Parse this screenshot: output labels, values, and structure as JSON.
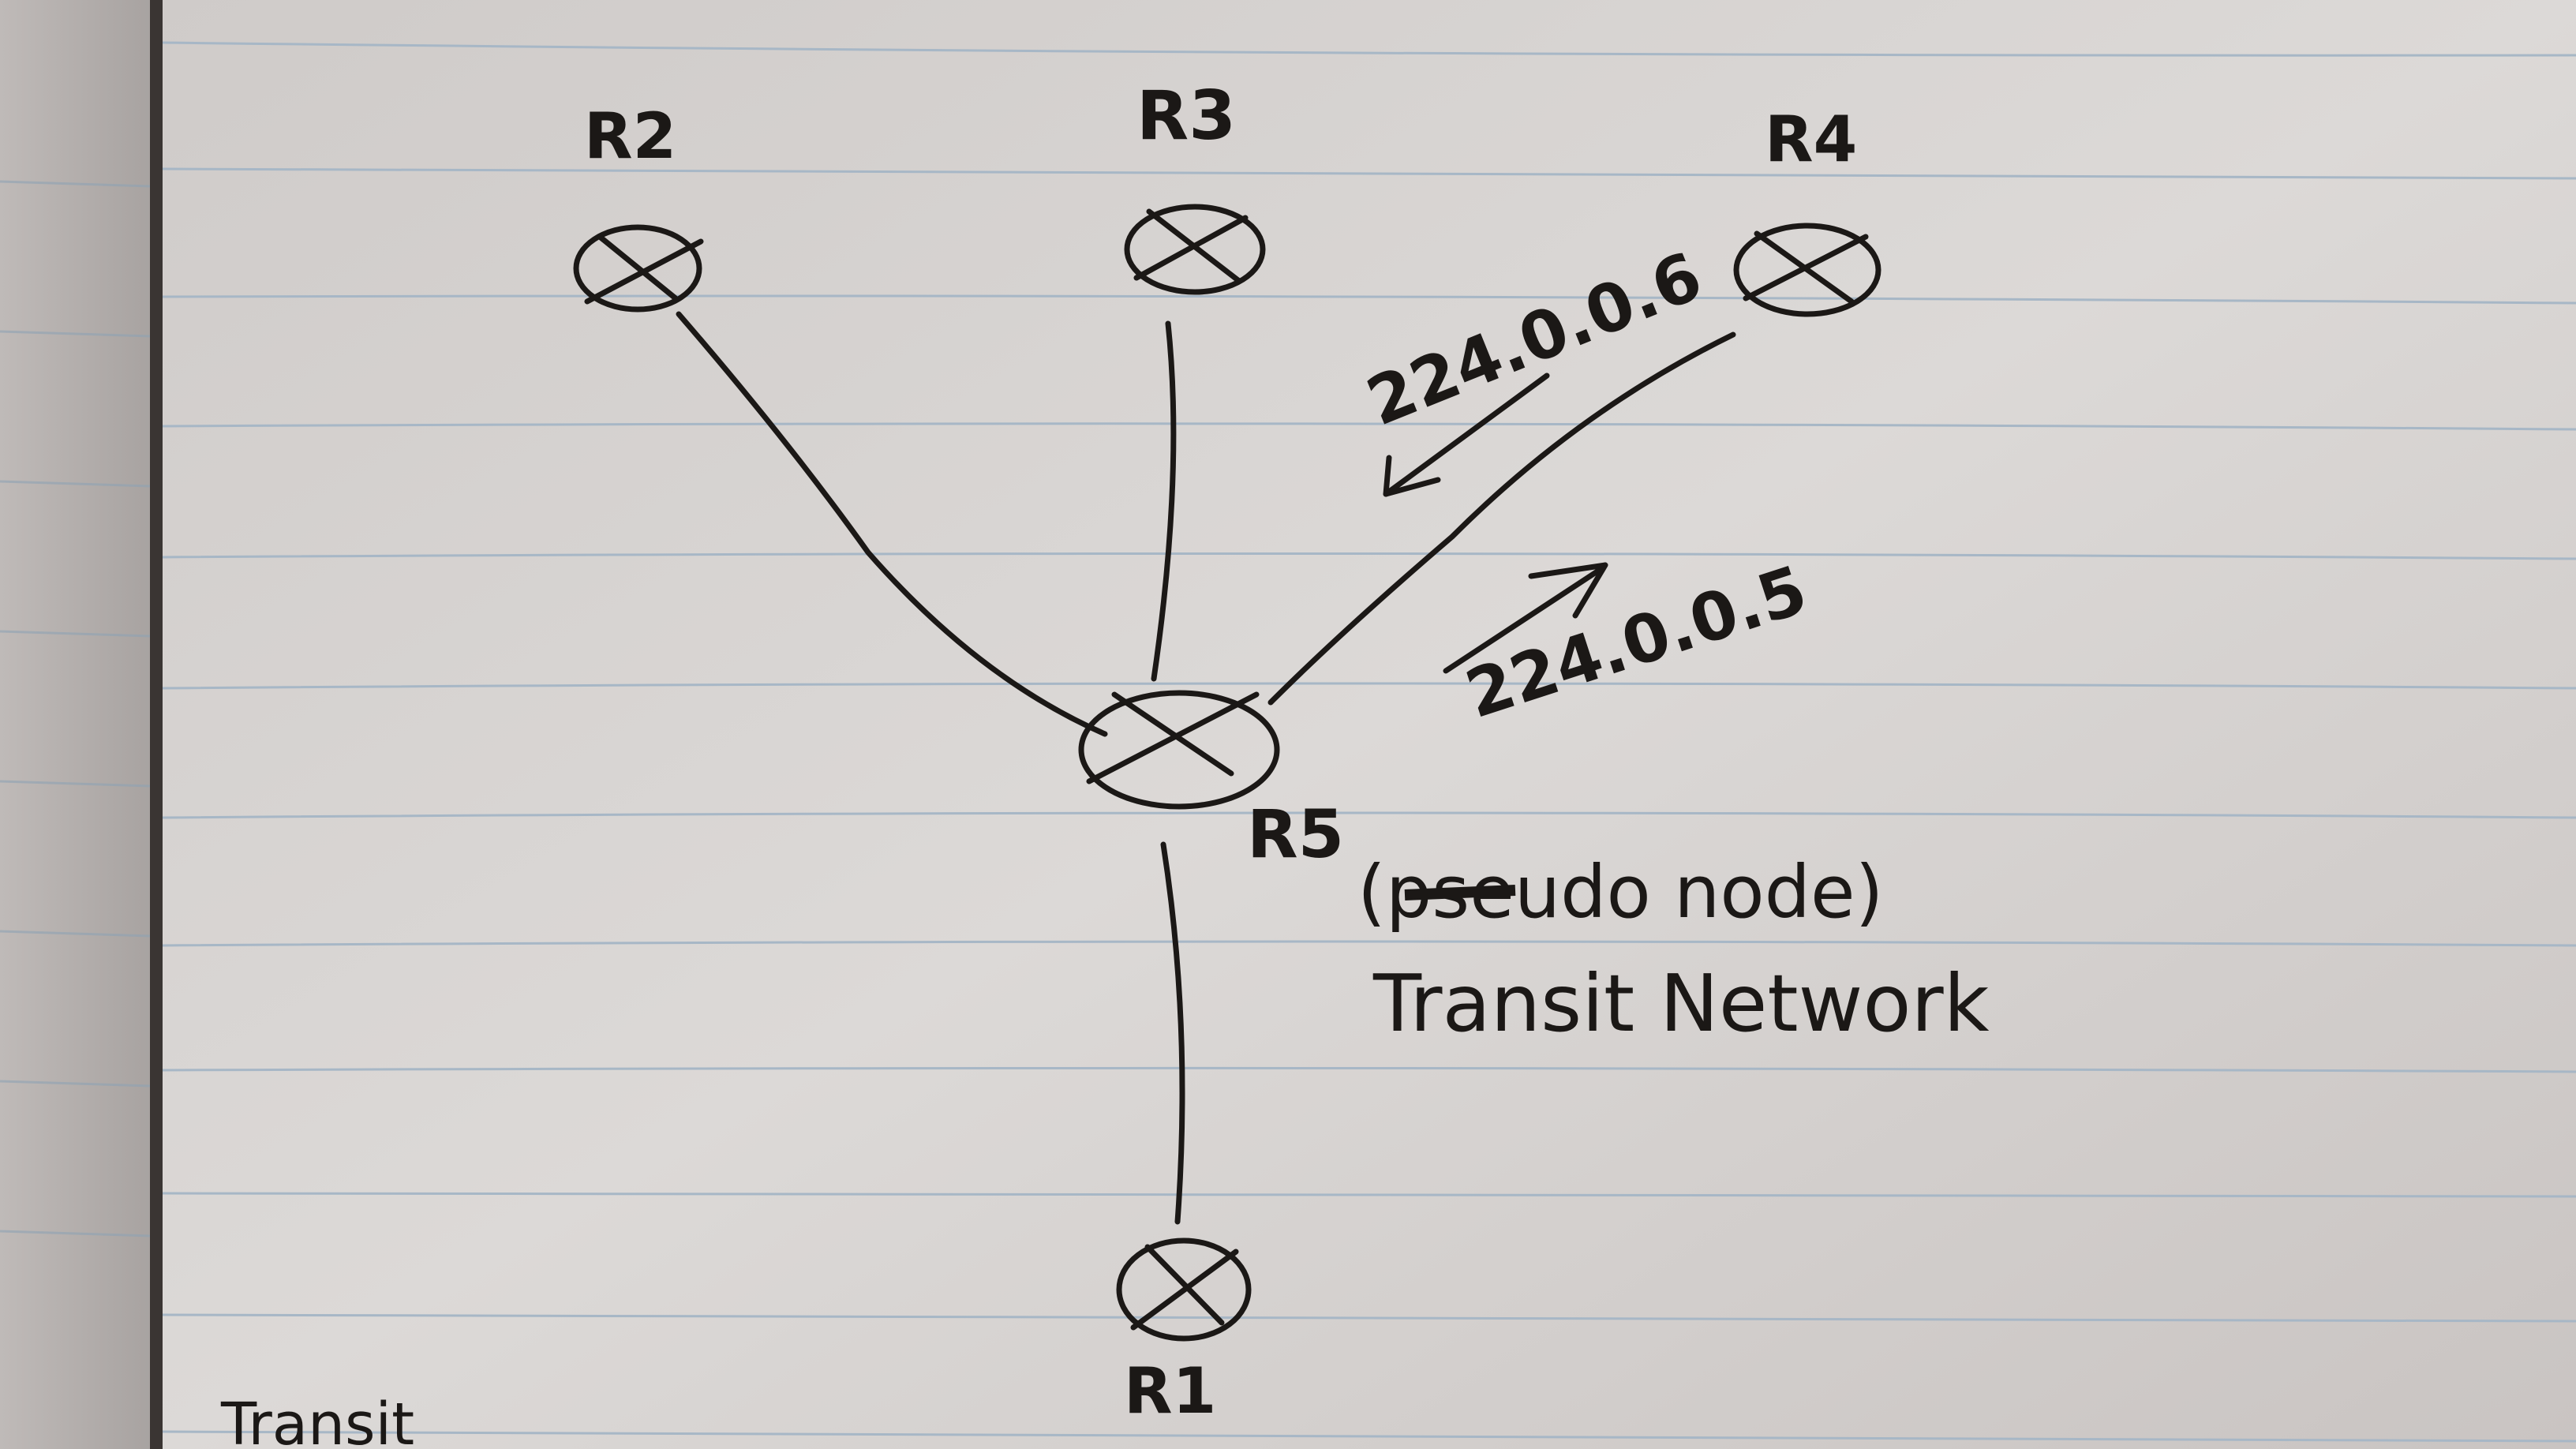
{
  "colors": {
    "paper": "#d9d6d4",
    "paper_shadow": "#bdb8b6",
    "rule_line": "#9fb2c4",
    "ink": "#1b1816",
    "spine": "#3a3533"
  },
  "routers": [
    {
      "id": "r2",
      "label": "R2"
    },
    {
      "id": "r3",
      "label": "R3"
    },
    {
      "id": "r4",
      "label": "R4"
    },
    {
      "id": "r5",
      "label": "R5"
    },
    {
      "id": "r1",
      "label": "R1"
    }
  ],
  "annotations": {
    "multicast_down": "224.0.0.6",
    "multicast_up": "224.0.0.5",
    "pseudonode": "(pseudo node)",
    "transit_network": "Transit Network",
    "margin_note": "Transit"
  }
}
